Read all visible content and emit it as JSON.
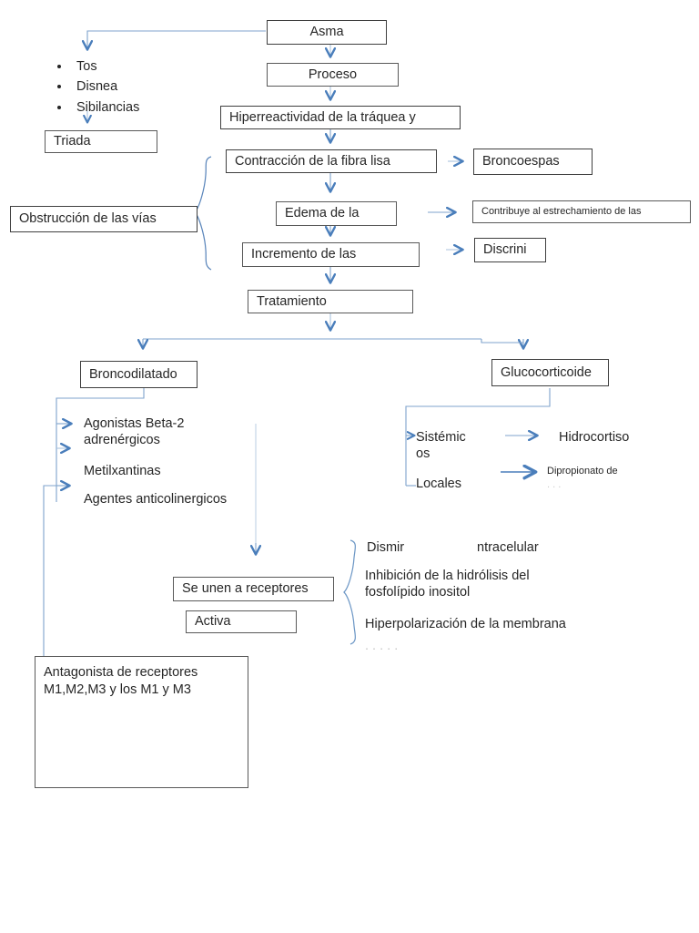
{
  "diagram": {
    "title": "Asma",
    "accent_color": "#4a7ebb",
    "box_border_color": "#3f3f3f",
    "text_color": "#262626",
    "nodes": {
      "asma": "Asma",
      "proceso": "Proceso",
      "hiperreactividad": "Hiperreactividad de la tráquea y",
      "contraccion": "Contracción de la fibra lisa",
      "edema": "Edema de la",
      "incremento": "Incremento de las",
      "tratamiento": "Tratamiento",
      "triada": "Triada",
      "obstruccion": "Obstrucción de las vías",
      "broncoespasmo": "Broncoespas",
      "contribuye": "Contribuye al estrechamiento de las",
      "discrinia": "Discrini",
      "broncodilatador": "Broncodilatado",
      "glucocorticoide": "Glucocorticoide",
      "se_unen": "Se unen a receptores",
      "activa": "Activa",
      "antagonista": "Antagonista de receptores\nM1,M2,M3 y los M1 y M3"
    },
    "symptoms": [
      "Tos",
      "Disnea",
      "Sibilancias"
    ],
    "broncodilatador_items": [
      "Agonistas Beta-2\nadrenérgicos",
      "Metilxantinas",
      "Agentes anticolinergicos"
    ],
    "glucocorticoide_items": [
      {
        "label": "Sistémic\nos",
        "target": "Hidrocortiso"
      },
      {
        "label": "Locales",
        "target": "Dipropionato de"
      }
    ],
    "receptor_effects": [
      "Dismir",
      "ntracelular",
      "Inhibición de la hidrólisis del\nfosfolípido inositol",
      "Hiperpolarización de la membrana"
    ]
  }
}
